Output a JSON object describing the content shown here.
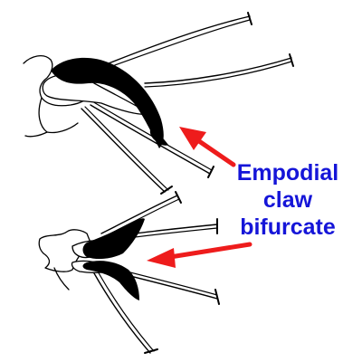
{
  "annotation": {
    "line1": "Empodial",
    "line2": "claw",
    "line3": "bifurcate"
  },
  "colors": {
    "arrow": "#ee1c1c",
    "label": "#1515d8",
    "ink": "#000000",
    "background": "#ffffff"
  }
}
